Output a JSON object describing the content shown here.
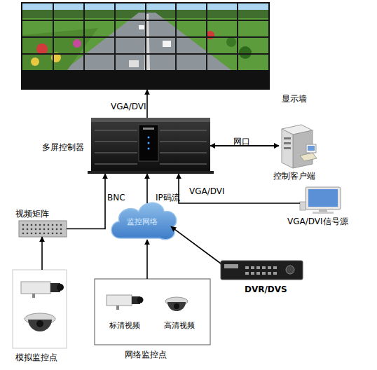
{
  "diagram": {
    "nodes": [
      {
        "text": [
          "显示墙"
        ]
      },
      {
        "text": [
          "多屏控制器"
        ]
      },
      {
        "text": [
          "控制客户端"
        ]
      },
      {
        "text": [
          "VGA/DVI信号源"
        ]
      },
      {
        "text": [
          "视频矩阵"
        ]
      },
      {
        "text": [
          "监控网络"
        ]
      },
      {
        "text": [
          "DVR/DVS"
        ]
      },
      {
        "text": [
          "模拟监控点"
        ]
      },
      {
        "text": [
          "网络监控点"
        ]
      },
      {
        "text": [
          "标清视频"
        ],
        "in": 8
      },
      {
        "text": [
          "高清视频"
        ],
        "in": 8
      }
    ],
    "edges": [
      {
        "from": 1,
        "to": 0,
        "label": "VGA/DVI",
        "arrow": "to"
      },
      {
        "from": 1,
        "to": 2,
        "label": "网口",
        "arrow": "both"
      },
      {
        "from": 3,
        "to": 1,
        "label": "VGA/DVI",
        "arrow": "to"
      },
      {
        "from": 4,
        "to": 1,
        "label": "BNC",
        "arrow": "to"
      },
      {
        "from": 5,
        "to": 1,
        "label": "IP码流",
        "arrow": "to"
      },
      {
        "from": 7,
        "to": 4,
        "arrow": "to"
      },
      {
        "from": 8,
        "to": 5,
        "arrow": "to"
      },
      {
        "from": 6,
        "to": 5,
        "arrow": "to"
      }
    ]
  }
}
